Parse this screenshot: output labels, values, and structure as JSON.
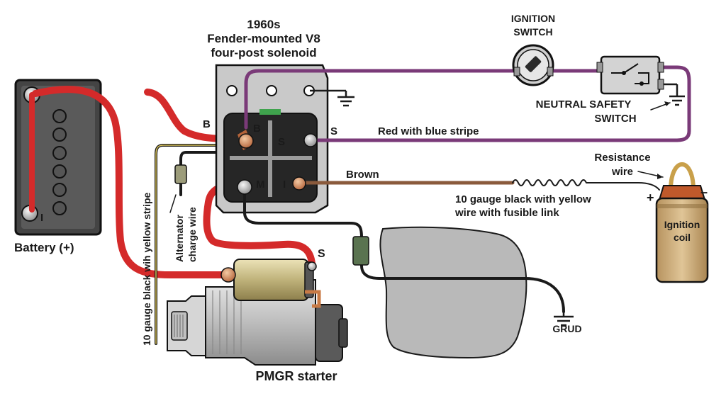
{
  "title": {
    "line1": "1960s",
    "line2": "Fender-mounted V8",
    "line3": "four-post solenoid"
  },
  "labels": {
    "ignition_switch_l1": "IGNITION",
    "ignition_switch_l2": "SWITCH",
    "neutral_safety_l1": "NEUTRAL SAFETY",
    "neutral_safety_l2": "SWITCH",
    "red_blue": "Red with blue stripe",
    "brown": "Brown",
    "resistance_l1": "Resistance",
    "resistance_l2": "wire",
    "gauge_black_l1": "10 gauge black with yellow",
    "gauge_black_l2": "wire with fusible link",
    "battery": "Battery (+)",
    "alternator_l1": "Alternator",
    "alternator_l2": "charge wire",
    "vertical_wire": "10 gauge black wih yellow stripe",
    "starter": "PMGR starter",
    "ground": "GRUD",
    "ignition_coil_l1": "Ignition",
    "ignition_coil_l2": "coil",
    "coil_plus": "+",
    "coil_minus": "–",
    "battery_minus": "I",
    "post_b": "B",
    "post_s": "S",
    "post_m": "M",
    "post_i": "I",
    "outer_b": "B",
    "outer_s": "S",
    "starter_s": "S"
  },
  "colors": {
    "red_cable": "#d42a2a",
    "purple_wire": "#7a3a78",
    "brown_wire": "#8a5a3c",
    "black_wire": "#1a1a1a",
    "yellow_wire": "#d8c25a",
    "solenoid_body": "#c9c9c9",
    "block_gray": "#b9b9b9",
    "coil_body": "#c9a77a",
    "copper": "#c87a45"
  }
}
